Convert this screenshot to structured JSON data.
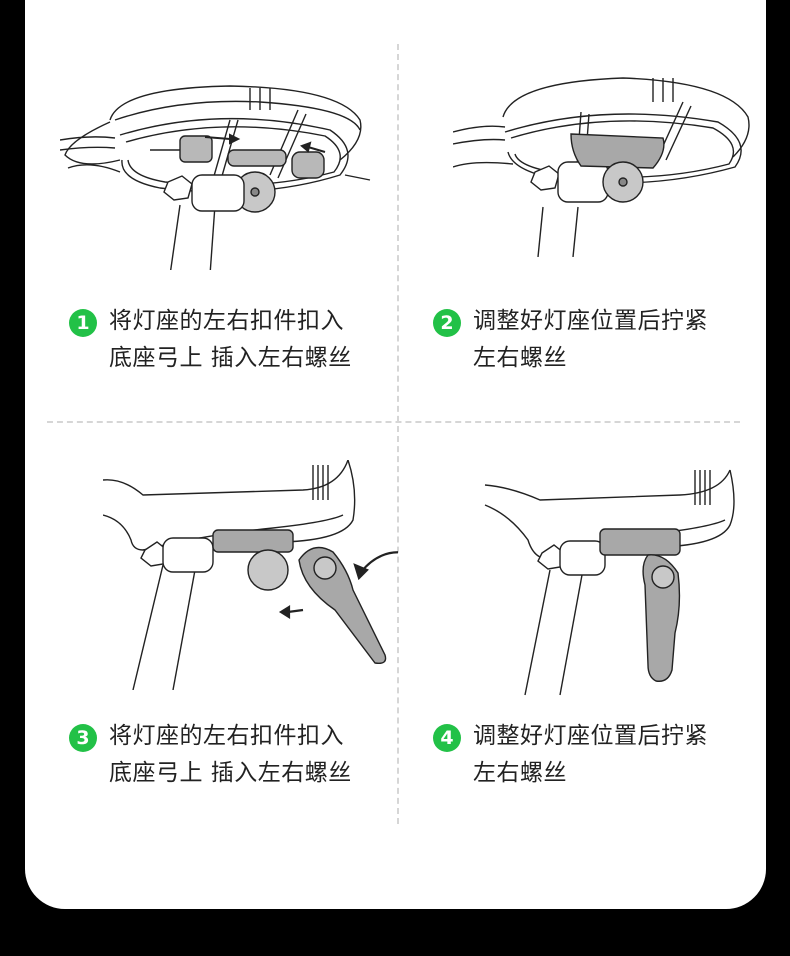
{
  "colors": {
    "background": "#000000",
    "card": "#ffffff",
    "accent_green": "#22c147",
    "divider": "#d6d6d6",
    "text": "#222222",
    "part_fill": "#b8b8b8"
  },
  "steps": [
    {
      "number": "1",
      "line1": "将灯座的左右扣件扣入",
      "line2": "底座弓上 插入左右螺丝",
      "illustration": "saddle-rail-clamps-exploded"
    },
    {
      "number": "2",
      "line1": "调整好灯座位置后拧紧",
      "line2": "左右螺丝",
      "illustration": "saddle-rail-clamps-tightened"
    },
    {
      "number": "3",
      "line1": "将灯座的左右扣件扣入",
      "line2": "底座弓上 插入左右螺丝",
      "illustration": "light-mount-attach-with-arrows"
    },
    {
      "number": "4",
      "line1": "调整好灯座位置后拧紧",
      "line2": "左右螺丝",
      "illustration": "light-mounted-under-saddle"
    }
  ]
}
